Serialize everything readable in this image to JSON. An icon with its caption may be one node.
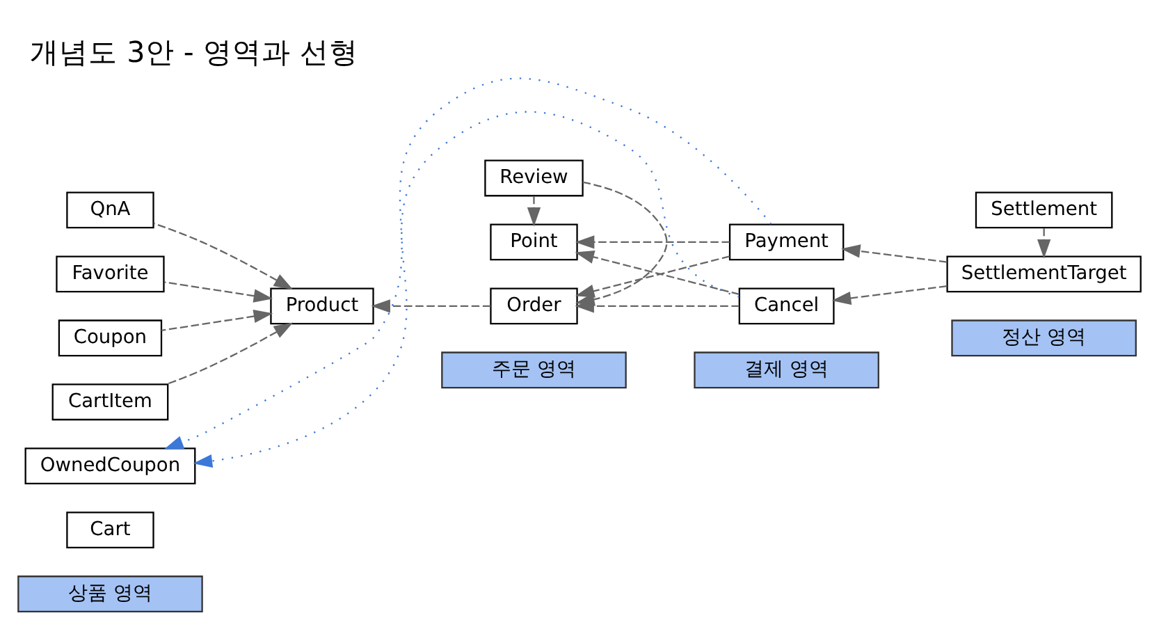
{
  "diagram": {
    "title": "개념도 3안 - 영역과 선형",
    "nodes": [
      {
        "text": [
          "상품 영역"
        ]
      },
      {
        "text": [
          "주문 영역"
        ]
      },
      {
        "text": [
          "결제 영역"
        ]
      },
      {
        "text": [
          "정산 영역"
        ]
      },
      {
        "text": [
          "Cart"
        ]
      },
      {
        "text": [
          "CartItem"
        ]
      },
      {
        "text": [
          "QnA"
        ]
      },
      {
        "text": [
          "Favorite"
        ]
      },
      {
        "text": [
          "Coupon"
        ]
      },
      {
        "text": [
          "OwnedCoupon"
        ]
      },
      {
        "text": [
          "Product"
        ]
      },
      {
        "text": [
          "Review"
        ]
      },
      {
        "text": [
          "Point"
        ]
      },
      {
        "text": [
          "Order"
        ]
      },
      {
        "text": [
          "Payment"
        ]
      },
      {
        "text": [
          "Cancel"
        ]
      },
      {
        "text": [
          "SettlementTarget"
        ]
      },
      {
        "text": [
          "Settlement"
        ]
      }
    ],
    "edges": [
      {
        "from": 5,
        "to": 10,
        "arrow": "to",
        "style": "dashed"
      },
      {
        "from": 6,
        "to": 10,
        "arrow": "to",
        "style": "dashed"
      },
      {
        "from": 7,
        "to": 10,
        "arrow": "to",
        "style": "dashed"
      },
      {
        "from": 8,
        "to": 10,
        "arrow": "to",
        "style": "dashed"
      },
      {
        "from": 13,
        "to": 10,
        "arrow": "to",
        "style": "dashed"
      },
      {
        "from": 11,
        "to": 12,
        "arrow": "to",
        "style": "dashed"
      },
      {
        "from": 11,
        "to": 13,
        "arrow": "to",
        "style": "dashed"
      },
      {
        "from": 14,
        "to": 12,
        "arrow": "to",
        "style": "dashed"
      },
      {
        "from": 15,
        "to": 12,
        "arrow": "to",
        "style": "dashed"
      },
      {
        "from": 14,
        "to": 13,
        "arrow": "to",
        "style": "dashed"
      },
      {
        "from": 15,
        "to": 13,
        "arrow": "to",
        "style": "dashed"
      },
      {
        "from": 16,
        "to": 14,
        "arrow": "to",
        "style": "dashed"
      },
      {
        "from": 16,
        "to": 15,
        "arrow": "to",
        "style": "dashed"
      },
      {
        "from": 17,
        "to": 16,
        "arrow": "to",
        "style": "dashed"
      },
      {
        "from": 14,
        "to": 9,
        "arrow": "to",
        "color": "#3c78d8"
      },
      {
        "from": 15,
        "to": 9,
        "arrow": "to",
        "color": "#3c78d8"
      }
    ]
  }
}
